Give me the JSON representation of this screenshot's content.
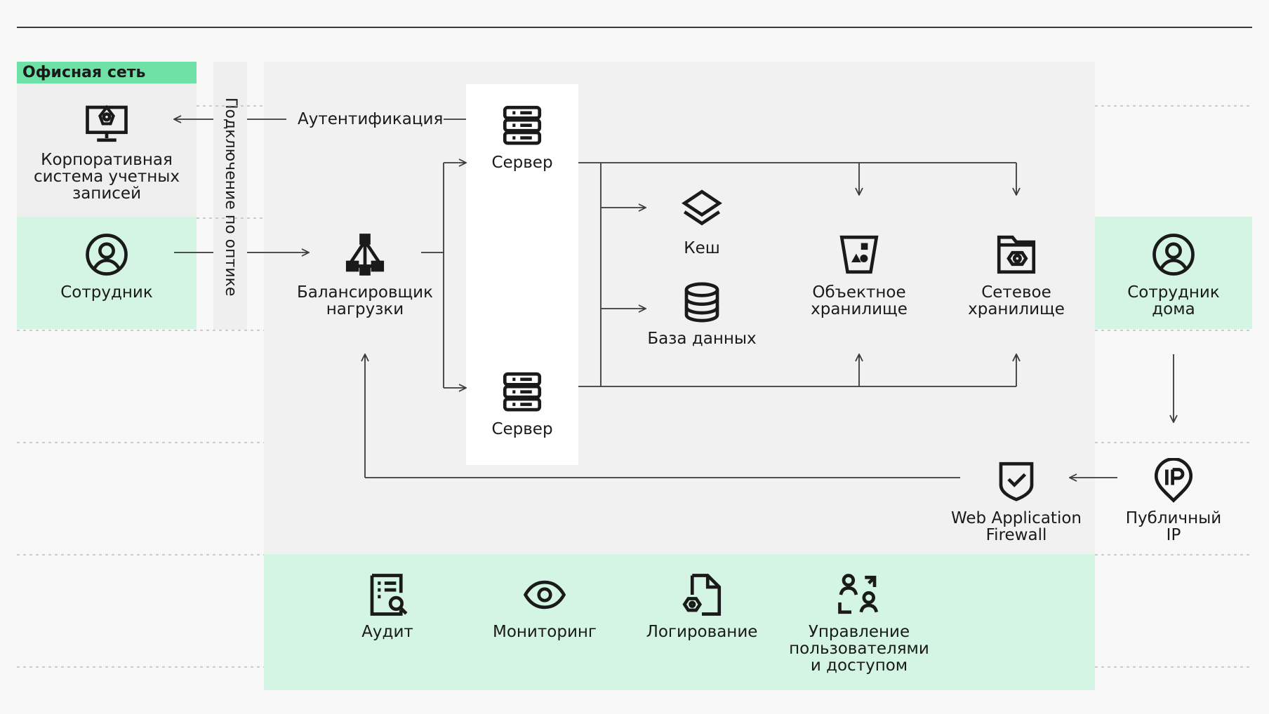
{
  "zones": {
    "office_network": "Офисная сеть",
    "fiber_link": "Подключение по оптике"
  },
  "labels": {
    "auth": "Аутентификация",
    "corporate_accounts": "Корпоративная\nсистема учетных\nзаписей",
    "employee": "Сотрудник",
    "load_balancer": "Балансировщик\nнагрузки",
    "server_top": "Сервер",
    "server_bottom": "Сервер",
    "cache": "Кеш",
    "database": "База данных",
    "object_storage": "Объектное\nхранилище",
    "network_storage": "Сетевое\nхранилище",
    "remote_employee": "Сотрудник\nдома",
    "waf": "Web Application\nFirewall",
    "public_ip": "Публичный\nIP",
    "audit": "Аудит",
    "monitoring": "Мониторинг",
    "logging": "Логирование",
    "iam": "Управление\nпользователями\nи доступом"
  },
  "icons": {
    "corporate_accounts": "monitor-gear-icon",
    "employee": "user-icon",
    "load_balancer": "load-balancer-icon",
    "server": "server-icon",
    "cache": "layers-icon",
    "database": "database-icon",
    "object_storage": "bucket-icon",
    "network_storage": "folder-icon",
    "remote_employee": "user-icon",
    "waf": "shield-check-icon",
    "public_ip": "ip-pin-icon",
    "audit": "audit-document-icon",
    "monitoring": "eye-icon",
    "logging": "log-file-icon",
    "iam": "user-access-icon"
  },
  "colors": {
    "accent_green": "#6fe0a6",
    "light_green": "#d4f5e4",
    "cloud_gray": "#f1f1f1",
    "background": "#f8f8f8",
    "line": "#3a3a3a"
  }
}
